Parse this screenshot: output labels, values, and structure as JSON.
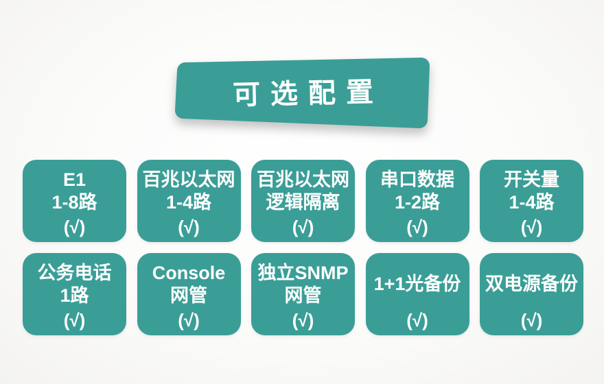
{
  "banner": {
    "title": "可选配置"
  },
  "colors": {
    "teal": "#3A9E97",
    "background": "#fafafa",
    "text": "#ffffff"
  },
  "cards": [
    {
      "lines": [
        "E1",
        "1-8路"
      ],
      "check": "(√)"
    },
    {
      "lines": [
        "百兆以太网",
        "1-4路"
      ],
      "check": "(√)"
    },
    {
      "lines": [
        "百兆以太网",
        "逻辑隔离"
      ],
      "check": "(√)"
    },
    {
      "lines": [
        "串口数据",
        "1-2路"
      ],
      "check": "(√)"
    },
    {
      "lines": [
        "开关量",
        "1-4路"
      ],
      "check": "(√)"
    },
    {
      "lines": [
        "公务电话",
        "1路"
      ],
      "check": "(√)"
    },
    {
      "lines": [
        "Console",
        "网管"
      ],
      "check": "(√)"
    },
    {
      "lines": [
        "独立SNMP",
        "网管"
      ],
      "check": "(√)"
    },
    {
      "lines": [
        "1+1光备份"
      ],
      "check": "(√)"
    },
    {
      "lines": [
        "双电源备份"
      ],
      "check": "(√)"
    }
  ]
}
